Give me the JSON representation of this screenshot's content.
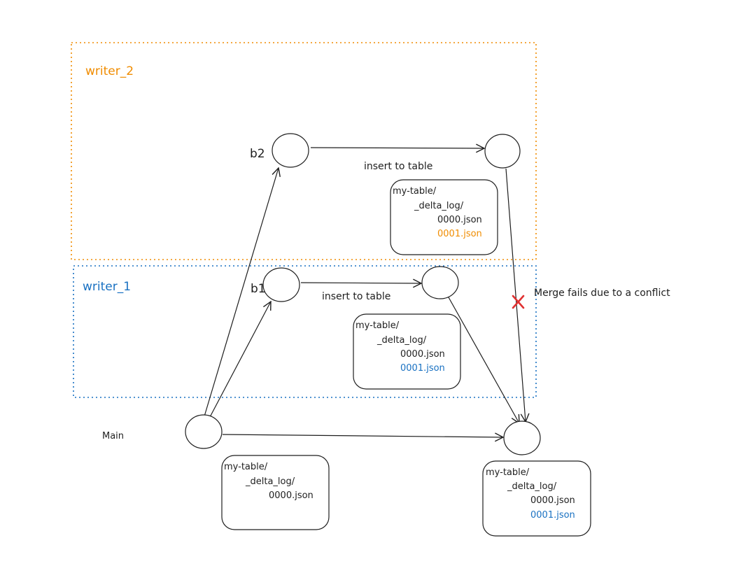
{
  "regions": {
    "writer_2": {
      "label": "writer_2",
      "color": "#f08c00"
    },
    "writer_1": {
      "label": "writer_1",
      "color": "#1971c2"
    }
  },
  "branches": {
    "b2": "b2",
    "b1": "b1",
    "main": "Main"
  },
  "edges": {
    "writer_2_insert": "insert to table",
    "writer_1_insert": "insert to table"
  },
  "merge_error": {
    "text": "Merge fails due to a conflict",
    "color": "#e03131",
    "icon": "x-mark-icon"
  },
  "stroke_color": "#1e1e1e",
  "file_boxes": {
    "writer_2": {
      "dir": "my-table/",
      "log": "_delta_log/",
      "files": [
        "0000.json",
        "0001.json"
      ],
      "new_file_color": "#f08c00"
    },
    "writer_1": {
      "dir": "my-table/",
      "log": "_delta_log/",
      "files": [
        "0000.json",
        "0001.json"
      ],
      "new_file_color": "#1971c2"
    },
    "main_start": {
      "dir": "my-table/",
      "log": "_delta_log/",
      "files": [
        "0000.json"
      ]
    },
    "main_end": {
      "dir": "my-table/",
      "log": "_delta_log/",
      "files": [
        "0000.json",
        "0001.json"
      ],
      "new_file_color": "#1971c2"
    }
  }
}
